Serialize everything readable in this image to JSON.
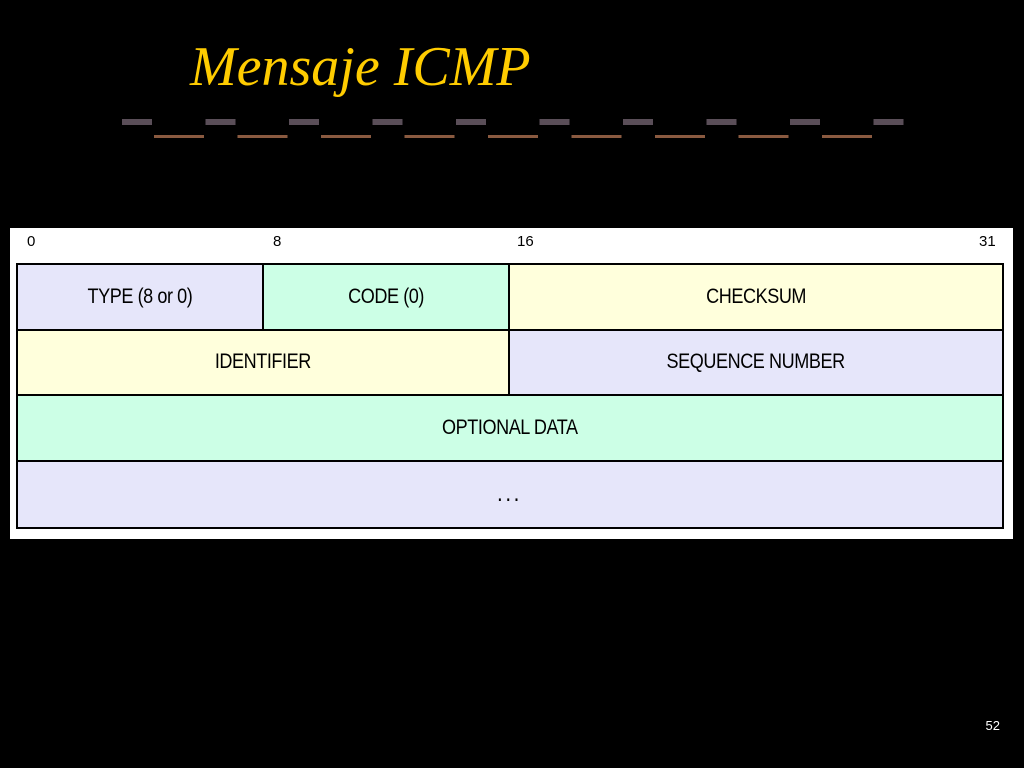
{
  "title": "Mensaje ICMP",
  "diagram": {
    "bit_markers": [
      "0",
      "8",
      "16",
      "31"
    ],
    "fields": {
      "type": "TYPE (8 or 0)",
      "code": "CODE (0)",
      "checksum": "CHECKSUM",
      "identifier": "IDENTIFIER",
      "sequence": "SEQUENCE NUMBER",
      "optional_data": "OPTIONAL DATA",
      "continuation": "..."
    }
  },
  "page_number": "52",
  "colors": {
    "title": "#ffcc00",
    "field_lavender": "#e6e6fa",
    "field_mint": "#ccffe6",
    "field_cream": "#ffffdc",
    "divider_dark": "#5a4e58",
    "divider_brown": "#8a5a40"
  }
}
